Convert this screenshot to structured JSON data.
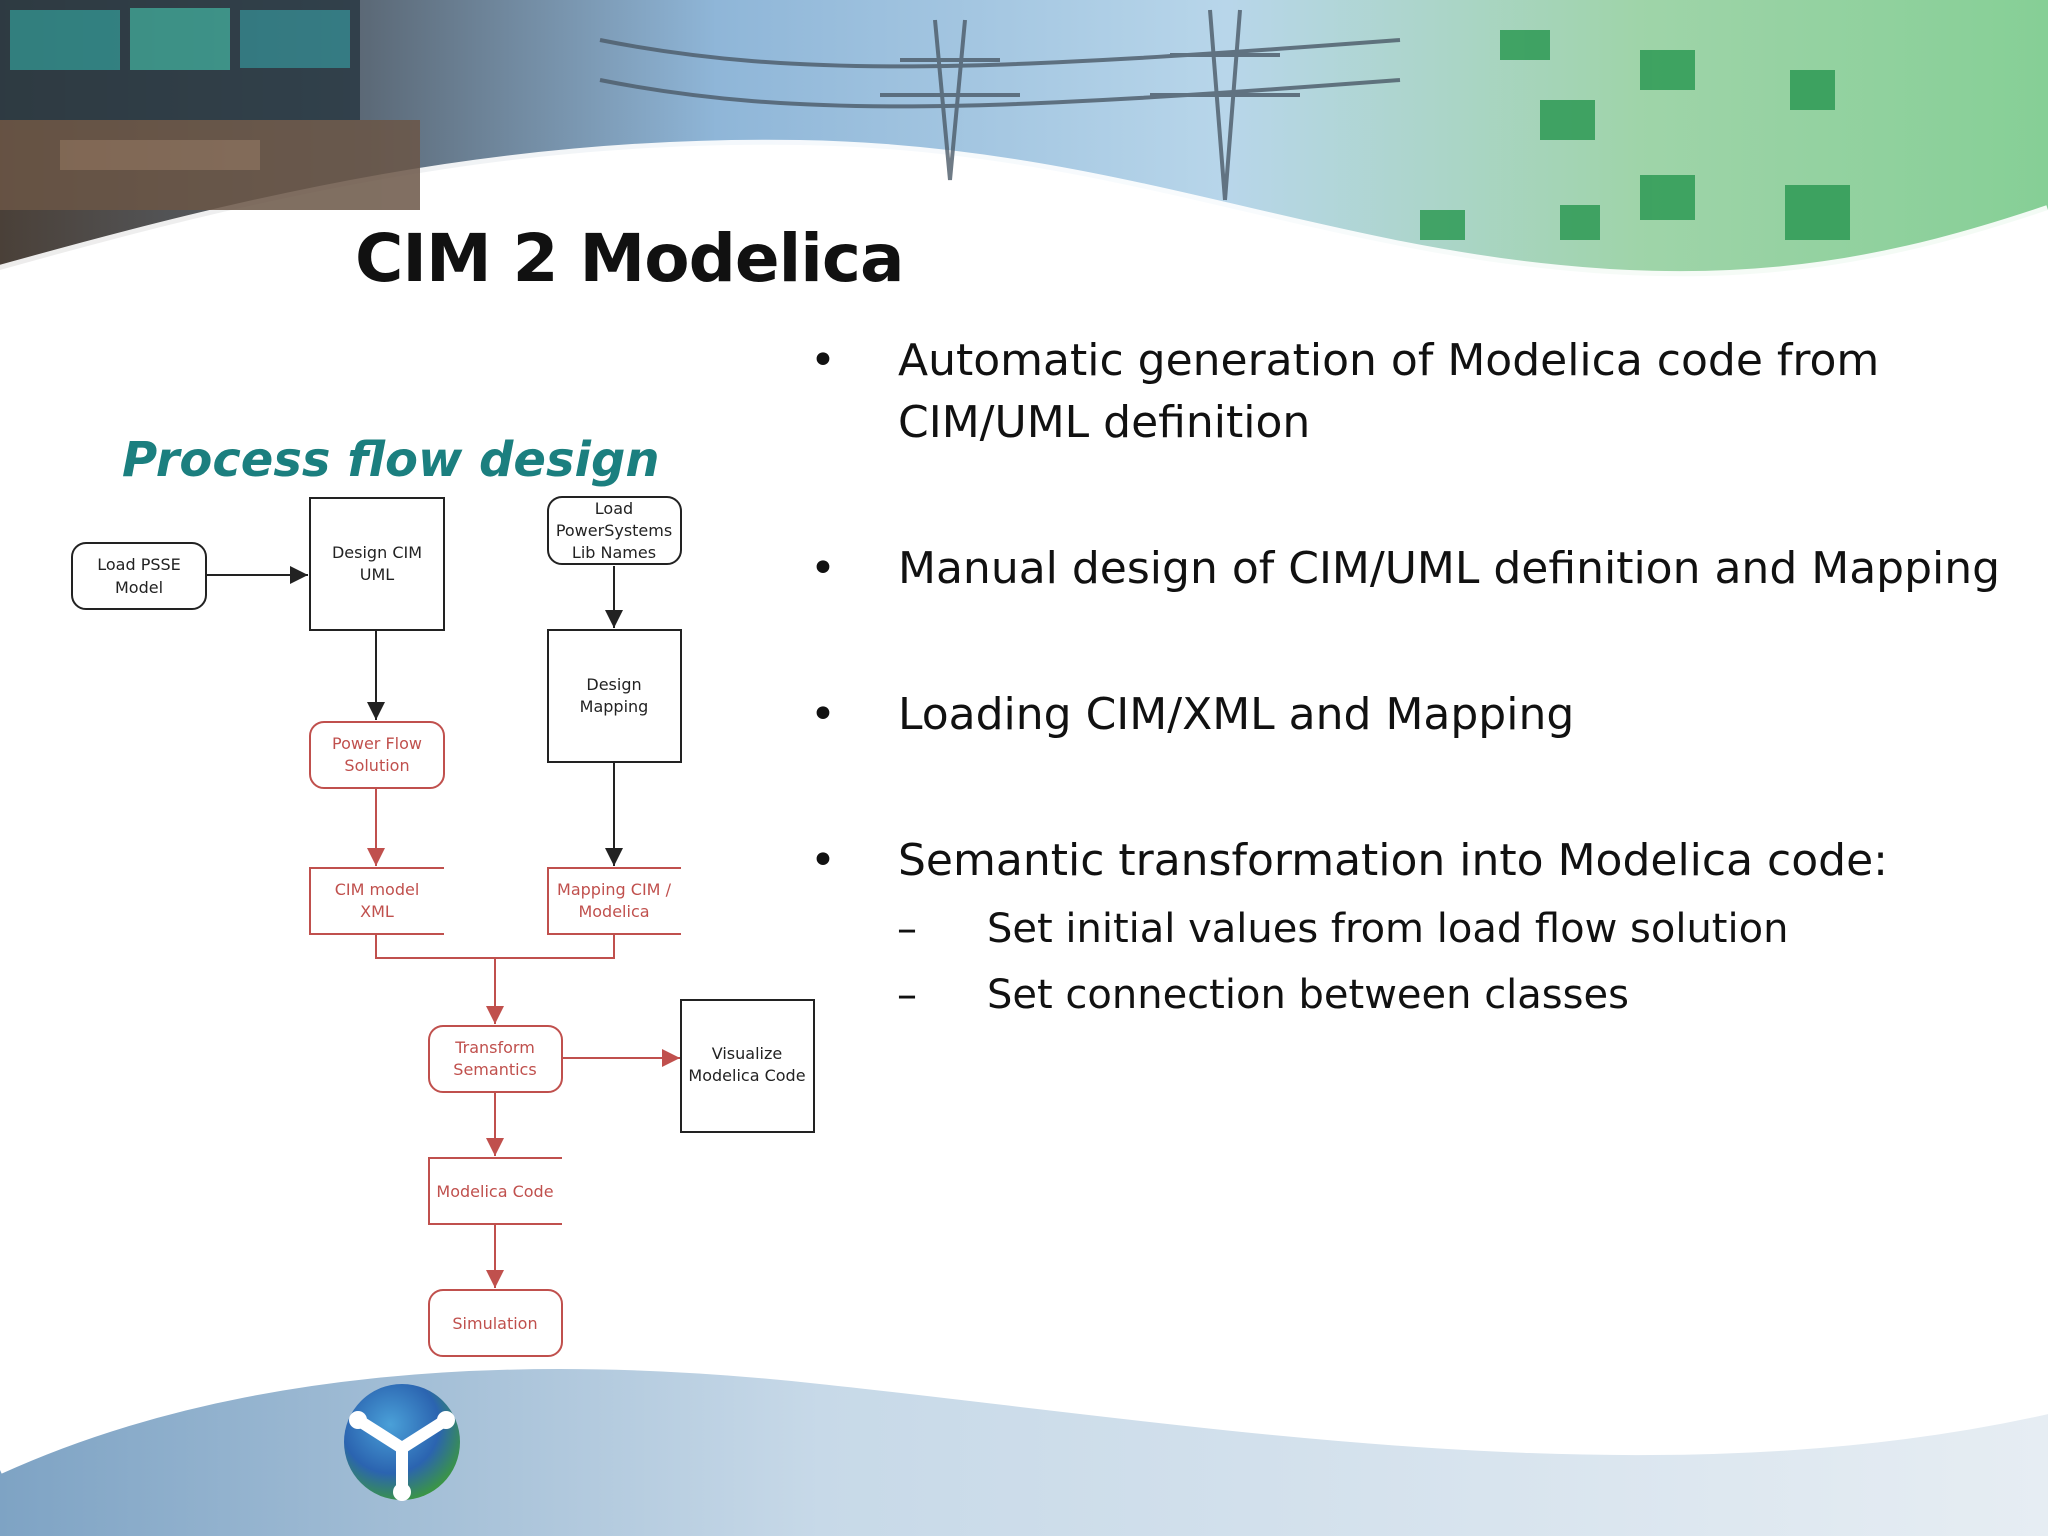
{
  "slide": {
    "title": "CIM 2 Modelica",
    "subtitle": "Process flow design",
    "bullets": [
      {
        "marker": "•",
        "text": "Automatic generation of Modelica code from CIM/UML definition"
      },
      {
        "marker": "•",
        "text": "Manual design of CIM/UML definition and Mapping"
      },
      {
        "marker": "•",
        "text": "Loading CIM/XML and Mapping"
      },
      {
        "marker": "•",
        "text": "Semantic transformation into Modelica code:",
        "sub": [
          {
            "marker": "–",
            "text": "Set initial values from load flow solution"
          },
          {
            "marker": "–",
            "text": "Set connection between classes"
          }
        ]
      }
    ]
  },
  "flow": {
    "nodes": {
      "load_psse": [
        "Load PSSE",
        "Model"
      ],
      "design_cim_uml": [
        "Design CIM",
        "UML"
      ],
      "load_ps_lib": [
        "Load",
        "PowerSystems",
        "Lib Names"
      ],
      "design_mapping": [
        "Design",
        "Mapping"
      ],
      "power_flow": [
        "Power Flow",
        "Solution"
      ],
      "cim_model_xml": [
        "CIM model",
        "XML"
      ],
      "mapping_cim_modelica": [
        "Mapping CIM /",
        "Modelica"
      ],
      "transform_semantics": [
        "Transform",
        "Semantics"
      ],
      "visualize_code": [
        "Visualize",
        "Modelica Code"
      ],
      "modelica_code": [
        "Modelica Code"
      ],
      "simulation": [
        "Simulation"
      ]
    },
    "colors": {
      "process": "#222222",
      "generated": "#c0504d"
    }
  },
  "theme": {
    "title_color": "#111111",
    "subtitle_color": "#1b7f7f"
  }
}
